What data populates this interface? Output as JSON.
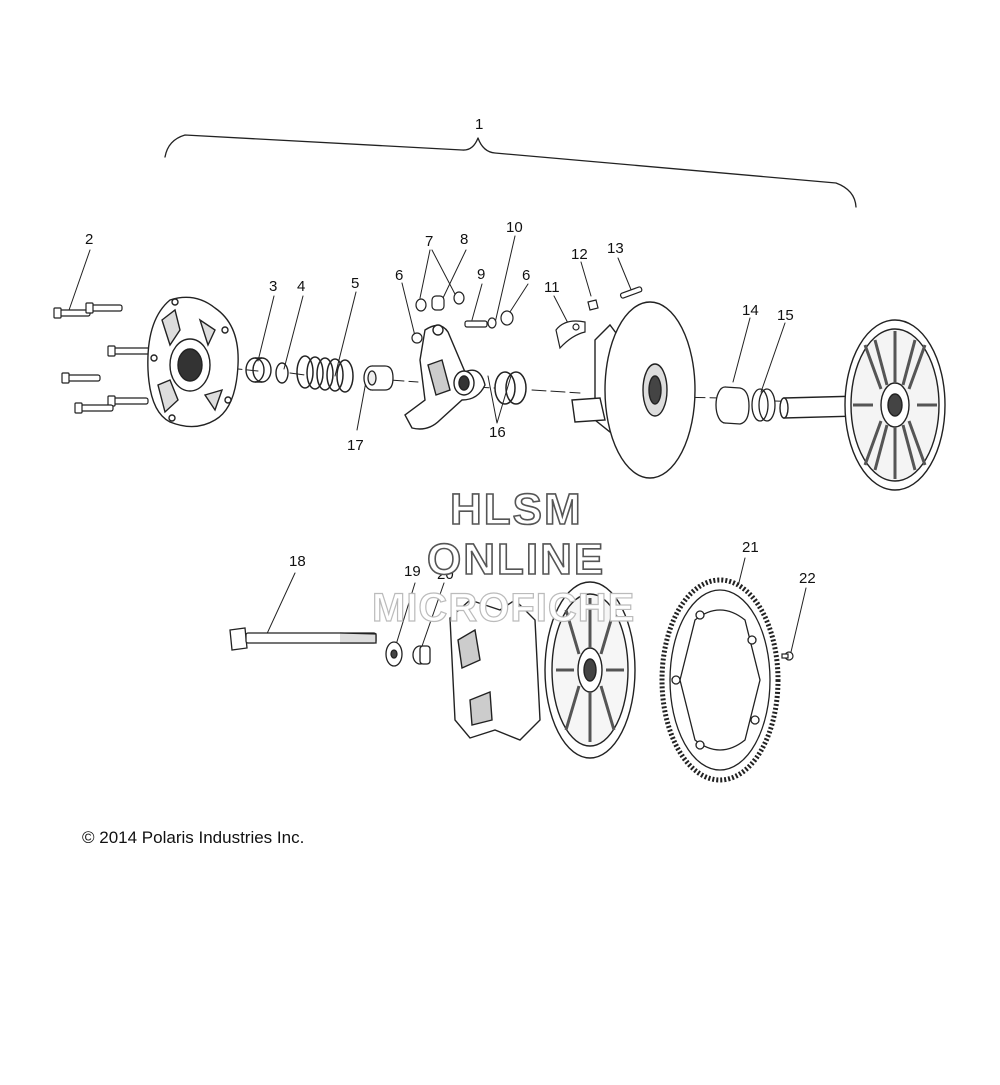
{
  "callouts": [
    "1",
    "2",
    "3",
    "4",
    "5",
    "6",
    "7",
    "8",
    "9",
    "10",
    "6",
    "11",
    "12",
    "13",
    "14",
    "15",
    "16",
    "17",
    "18",
    "19",
    "20",
    "21",
    "22"
  ],
  "watermark": {
    "line1": "HLSM",
    "line2": "ONLINE",
    "line3": "MICROFICHE"
  },
  "copyright": "© 2014 Polaris Industries Inc."
}
